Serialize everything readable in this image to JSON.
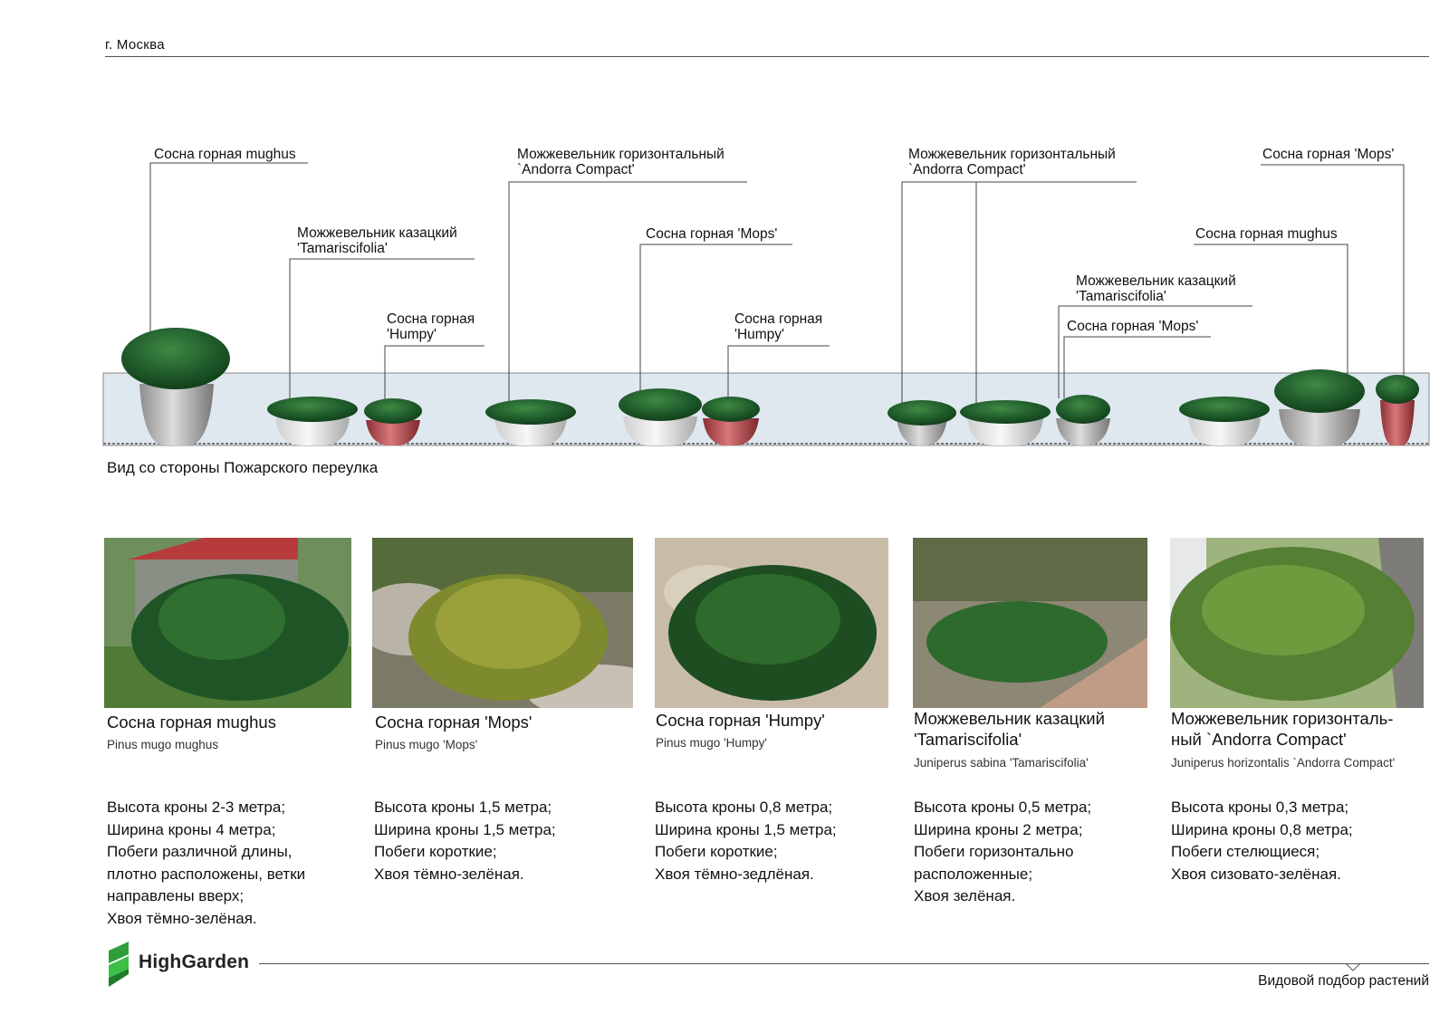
{
  "header": {
    "city": "г. Москва"
  },
  "diagram": {
    "caption": "Вид со стороны Пожарского переулка",
    "labels": {
      "l1": "Сосна горная mughus",
      "l2a": "Можжевельник казацкий",
      "l2b": "'Tamariscifolia'",
      "l3a": "Сосна горная",
      "l3b": "'Humpy'",
      "l4a": "Можжевельник горизонтальный",
      "l4b": "`Andorra Compact'",
      "l5": "Сосна горная 'Mops'",
      "l6a": "Сосна горная",
      "l6b": "'Humpy'",
      "l7a": "Можжевельник горизонтальный",
      "l7b": "`Andorra Compact'",
      "l8a": "Можжевельник казацкий",
      "l8b": "'Tamariscifolia'",
      "l9": "Сосна горная 'Mops'",
      "l10": "Сосна горная mughus",
      "l11": "Сосна горная 'Mops'"
    }
  },
  "cards": [
    {
      "title": "Сосна горная mughus",
      "latin": "Pinus mugo mughus",
      "desc": "Высота кроны 2-3 метра;\nШирина кроны 4 метра;\nПобеги различной длины,\nплотно расположены, ветки\nнаправлены вверх;\nХвоя тёмно-зелёная."
    },
    {
      "title": "Сосна горная 'Mops'",
      "latin": "Pinus mugo 'Mops'",
      "desc": "Высота кроны 1,5 метра;\nШирина кроны 1,5 метра;\nПобеги короткие;\nХвоя тёмно-зелёная."
    },
    {
      "title": "Сосна горная 'Humpy'",
      "latin": "Pinus mugo 'Humpy'",
      "desc": "Высота кроны 0,8 метра;\nШирина кроны 1,5 метра;\nПобеги короткие;\nХвоя тёмно-зедлёная."
    },
    {
      "title": "Можжевельник казацкий\n'Tamariscifolia'",
      "latin": "Juniperus sabina 'Tamariscifolia'",
      "desc": "Высота кроны 0,5 метра;\nШирина кроны 2 метра;\nПобеги горизонтально\nрасположенные;\nХвоя зелёная."
    },
    {
      "title": "Можжевельник горизонталь-\nный `Andorra Compact'",
      "latin": "Juniperus horizontalis `Andorra Compact'",
      "desc": "Высота кроны 0,3 метра;\nШирина кроны 0,8 метра;\nПобеги стелющиеся;\nХвоя сизовато-зелёная."
    }
  ],
  "footer": {
    "brand": "HighGarden",
    "title": "Видовой подбор растений"
  },
  "colors": {
    "ground": "#dfe7ef",
    "pot_white": "#eeeeee",
    "pot_red": "#b5474a",
    "foliage": "#1f5a2a"
  }
}
